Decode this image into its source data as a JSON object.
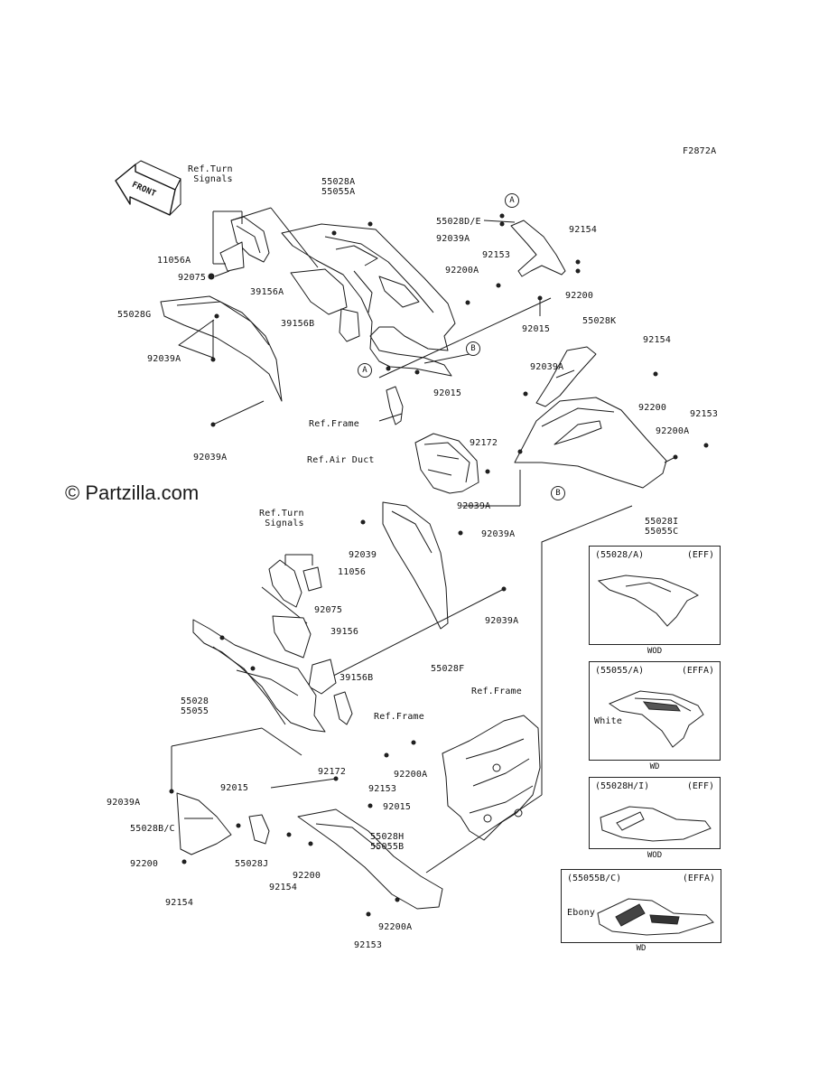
{
  "figure_code": "F2872A",
  "front_label": "FRONT",
  "watermark": "© Partzilla.com",
  "labels": {
    "ref_turn_signals_1": "Ref.Turn\n Signals",
    "p55028A_55055A": "55028A\n55055A",
    "p55028D_E": "55028D/E",
    "p92039A_a": "92039A",
    "p92154_a": "92154",
    "p11056A": "11056A",
    "p92153_a": "92153",
    "p92075_a": "92075",
    "p92200A_a": "92200A",
    "p39156A": "39156A",
    "p92200_a": "92200",
    "p55028G": "55028G",
    "p39156B_a": "39156B",
    "p92015_a": "92015",
    "p55028K": "55028K",
    "p92039A_b": "92039A",
    "p92154_b": "92154",
    "p92015_b": "92015",
    "p92039A_c": "92039A",
    "ref_frame_1": "Ref.Frame",
    "p92200_b": "92200",
    "p92153_b": "92153",
    "p92172_a": "92172",
    "p92200A_b": "92200A",
    "p92039A_d": "92039A",
    "ref_air_duct": "Ref.Air Duct",
    "p92039A_e": "92039A",
    "p55028I_55055C": "55028I\n55055C",
    "ref_turn_signals_2": "Ref.Turn\n Signals",
    "p92039_a": "92039",
    "p92039A_f": "92039A",
    "p11056": "11056",
    "p92075_b": "92075",
    "p92039A_g": "92039A",
    "p39156": "39156",
    "p55028F": "55028F",
    "p39156B_b": "39156B",
    "p55028_55055": "55028\n55055",
    "ref_frame_2": "Ref.Frame",
    "ref_frame_3": "Ref.Frame",
    "p92039A_h": "92039A",
    "p92172_b": "92172",
    "p92015_c": "92015",
    "p92153_c": "92153",
    "p92200A_c": "92200A",
    "p92015_d": "92015",
    "p55028B_C": "55028B/C",
    "p55028H_55055B": "55028H\n55055B",
    "p55028J": "55028J",
    "p92200_c": "92200",
    "p92154_c": "92154",
    "p92200_d": "92200",
    "p92154_d": "92154",
    "p92200A_d": "92200A",
    "p92153_d": "92153"
  },
  "callouts": {
    "a_top": "A",
    "b_mid": "B",
    "a_mid": "A",
    "b_right": "B"
  },
  "variants": [
    {
      "part": "(55028/A)",
      "code": "(EFF)",
      "color_label": "",
      "footer": "WOD"
    },
    {
      "part": "(55055/A)",
      "code": "(EFFA)",
      "color_label": "White",
      "footer": "WD"
    },
    {
      "part": "(55028H/I)",
      "code": "(EFF)",
      "color_label": "",
      "footer": "WOD"
    },
    {
      "part": "(55055B/C)",
      "code": "(EFFA)",
      "color_label": "Ebony",
      "footer": "WD"
    }
  ]
}
